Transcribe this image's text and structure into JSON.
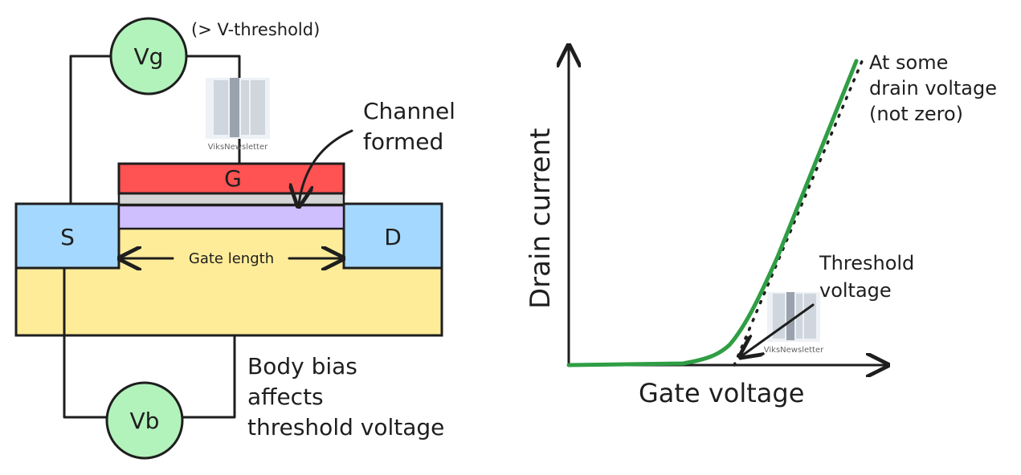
{
  "device": {
    "vg_label": "Vg",
    "vthreshold_note": "(> V-threshold)",
    "gate_label": "G",
    "source_label": "S",
    "drain_label": "D",
    "gate_length_label": "Gate length",
    "vb_label": "Vb",
    "channel_note_line1": "Channel",
    "channel_note_line2": "formed",
    "body_note_line1": "Body bias",
    "body_note_line2": "affects",
    "body_note_line3": "threshold voltage",
    "colors": {
      "gate": "#ff5252",
      "oxide": "#d4d4d4",
      "channel": "#d0bfff",
      "source_drain": "#a5d8ff",
      "body": "#ffec99",
      "meter": "#b2f2bb"
    }
  },
  "graph": {
    "ylabel": "Drain current",
    "xlabel": "Gate voltage",
    "drain_note_line1": "At some",
    "drain_note_line2": "drain voltage",
    "drain_note_line3": "(not zero)",
    "threshold_note_line1": "Threshold",
    "threshold_note_line2": "voltage",
    "curve_color": "#2f9e44"
  },
  "watermark": {
    "text": "ViksNewsletter"
  }
}
